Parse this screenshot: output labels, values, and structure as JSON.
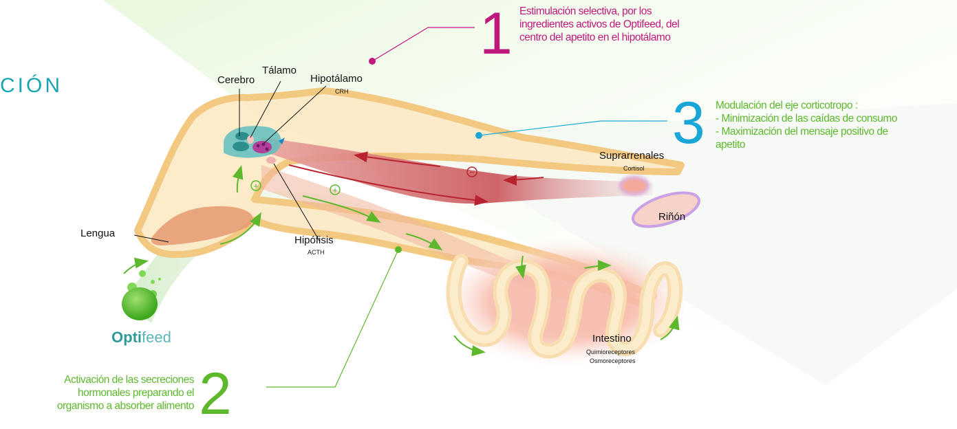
{
  "title_fragment": "CIÓN",
  "steps": [
    {
      "number": "1",
      "color": "#c0197d",
      "lines": [
        "Estimulación selectiva, por los",
        "ingredientes activos de Optifeed, del",
        "centro del apetito en el hipotálamo"
      ]
    },
    {
      "number": "2",
      "color": "#5db82e",
      "lines": [
        "Activación de las secreciones",
        "hormonales preparando el",
        "organismo a absorber alimento"
      ]
    },
    {
      "number": "3",
      "color": "#1aa6d6",
      "lines": [
        "Modulación del eje corticotropo :",
        "- Minimización de las caídas de consumo",
        "- Maximización del mensaje positivo de",
        "apetito"
      ]
    }
  ],
  "organs": {
    "cerebro": {
      "label": "Cerebro"
    },
    "talamo": {
      "label": "Tálamo"
    },
    "hipotalamo": {
      "label": "Hipotálamo",
      "sub": "CRH"
    },
    "hipofisis": {
      "label": "Hipófisis",
      "sub": "ACTH"
    },
    "lengua": {
      "label": "Lengua"
    },
    "suprarrenales": {
      "label": "Suprarrenales",
      "sub": "Cortisol"
    },
    "rinon": {
      "label": "Riñón"
    },
    "intestino": {
      "label": "Intestino",
      "sub1": "Quimioreceptores",
      "sub2": "Osmoreceptores"
    }
  },
  "symbols": {
    "plus": "+",
    "minus": "−"
  },
  "logo": {
    "o": "O",
    "pti": "pti",
    "feed": "feed"
  },
  "colors": {
    "magenta": "#c0197d",
    "green": "#5db82e",
    "cyan": "#1aa6d6",
    "teal": "#1aa3b2",
    "red": "#b8232f"
  }
}
